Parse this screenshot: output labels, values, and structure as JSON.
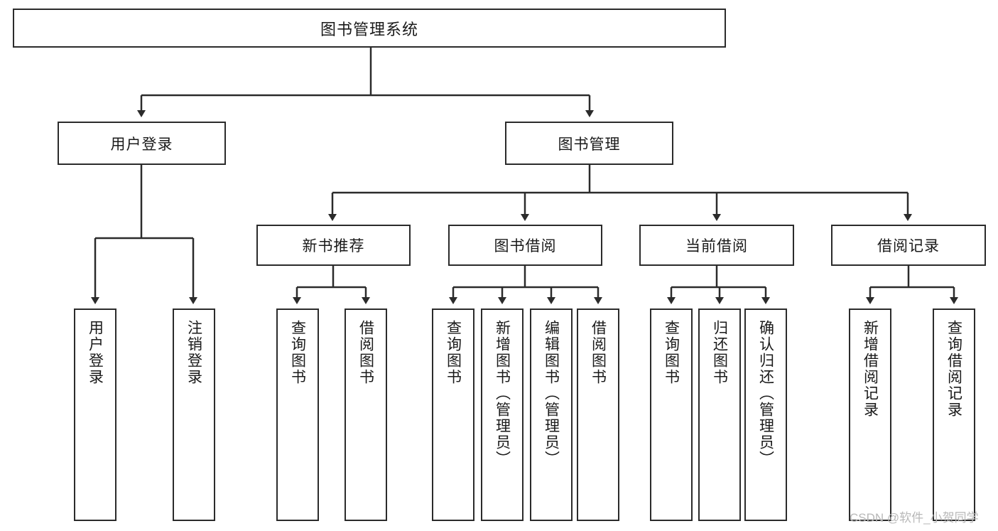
{
  "diagram": {
    "title": "图书管理系统",
    "type": "tree-hierarchy-diagram",
    "colors": {
      "stroke": "#2b2b2b",
      "fill": "#ffffff",
      "text": "#1a1a1a",
      "watermark": "#b8b8b8"
    },
    "watermark": "CSDN @软件_小贺同学",
    "nodes": {
      "root": {
        "label": "图书管理系统"
      },
      "level2": [
        {
          "id": "user-login",
          "label": "用户登录"
        },
        {
          "id": "book-management",
          "label": "图书管理"
        }
      ],
      "level3": [
        {
          "id": "new-book-recommend",
          "label": "新书推荐"
        },
        {
          "id": "book-borrow",
          "label": "图书借阅"
        },
        {
          "id": "current-borrow",
          "label": "当前借阅"
        },
        {
          "id": "borrow-record",
          "label": "借阅记录"
        }
      ],
      "leaves": {
        "user-login": [
          {
            "id": "leaf-user-login",
            "label": "用户登录"
          },
          {
            "id": "leaf-logout-login",
            "label": "注销登录"
          }
        ],
        "new-book-recommend": [
          {
            "id": "leaf-query-book-1",
            "label": "查询图书"
          },
          {
            "id": "leaf-borrow-book-1",
            "label": "借阅图书"
          }
        ],
        "book-borrow": [
          {
            "id": "leaf-query-book-2",
            "label": "查询图书"
          },
          {
            "id": "leaf-add-book",
            "label": "新增图书（管理员）"
          },
          {
            "id": "leaf-edit-book",
            "label": "编辑图书（管理员）"
          },
          {
            "id": "leaf-borrow-book-2",
            "label": "借阅图书"
          }
        ],
        "current-borrow": [
          {
            "id": "leaf-query-book-3",
            "label": "查询图书"
          },
          {
            "id": "leaf-return-book",
            "label": "归还图书"
          },
          {
            "id": "leaf-confirm-return",
            "label": "确认归还（管理员）"
          }
        ],
        "borrow-record": [
          {
            "id": "leaf-add-record",
            "label": "新增借阅记录"
          },
          {
            "id": "leaf-query-record",
            "label": "查询借阅记录"
          }
        ]
      }
    }
  }
}
